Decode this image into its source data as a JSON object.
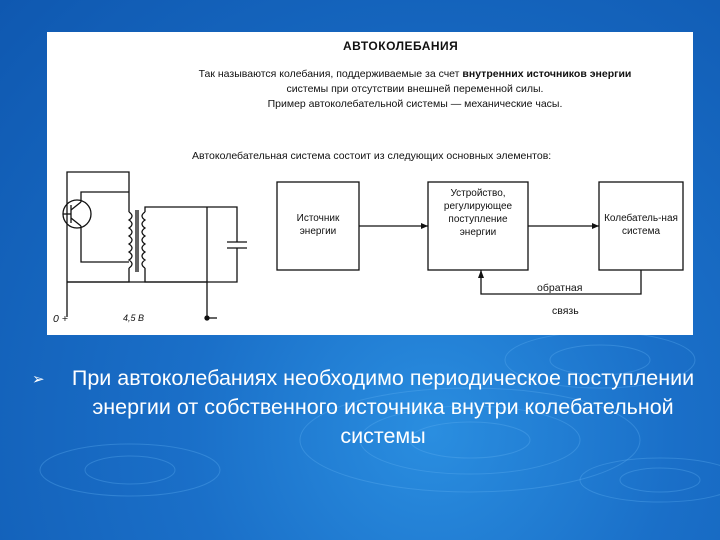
{
  "figure": {
    "title": "АВТОКОЛЕБАНИЯ",
    "description_line1_a": "Так называются колебания, поддерживаемые за счет ",
    "description_line1_b": "внутренних источников энергии",
    "description_line2": "системы при отсутствии внешней переменной силы.",
    "description_line3": "Пример автоколебательной системы — механические часы.",
    "composition": "Автоколебательная система состоит из следующих основных элементов:",
    "block_source": "Источник энергии",
    "block_regulator": "Устройство, регулирующее поступление энергии",
    "block_oscillator": "Колебатель-ная система",
    "feedback_line1": "обратная",
    "feedback_line2": "связь",
    "circuit_label_left": "0 +",
    "circuit_label_mid": "4,5 В"
  },
  "bullet": {
    "marker": "➢",
    "text": "При автоколебаниях необходимо периодическое поступлении энергии от собственного источника внутри колебательной системы"
  },
  "colors": {
    "background": "#1a6fc8",
    "figure_bg": "#ffffff",
    "text": "#ffffff"
  }
}
